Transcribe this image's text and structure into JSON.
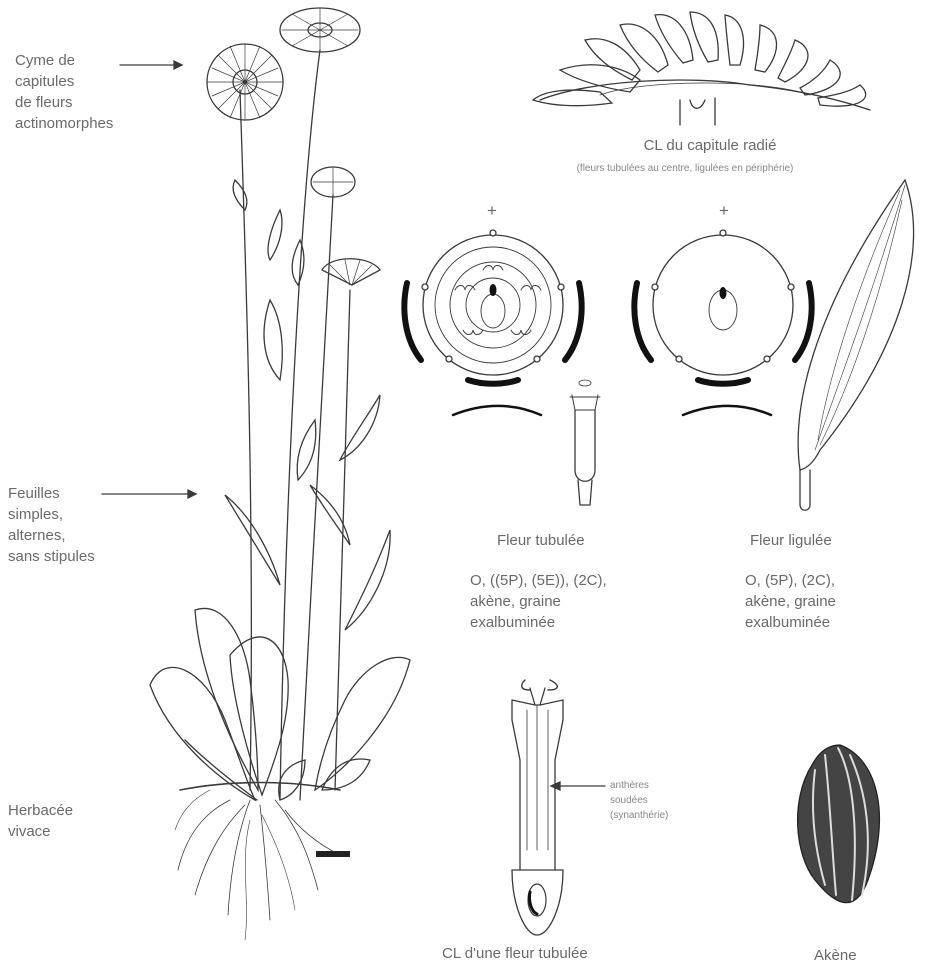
{
  "labels": {
    "cyme": [
      "Cyme de",
      "capitules",
      "de fleurs",
      "actinomorphes"
    ],
    "feuilles": [
      "Feuilles",
      "simples,",
      "alternes,",
      "sans stipules"
    ],
    "herbacee": [
      "Herbacée",
      "vivace"
    ],
    "capitule_title": "CL du capitule radié",
    "capitule_sub": "(fleurs tubulées au centre, ligulées en périphérie)",
    "plus_left": "+",
    "plus_right": "+",
    "tubulee_title": "Fleur tubulée",
    "tubulee_formula": [
      "O, ((5P), (5E)), (2C),",
      "akène, graine",
      "exalbuminée"
    ],
    "ligulee_title": "Fleur ligulée",
    "ligulee_formula": [
      "O, (5P), (2C),",
      "akène, graine",
      "exalbuminée"
    ],
    "antheres": [
      "anthères",
      "soudées",
      "(synanthérie)"
    ],
    "cl_tubulee": "CL d'une fleur tubulée",
    "akene": "Akène"
  },
  "colors": {
    "ink": "#333333",
    "text": "#6a6a6a"
  }
}
